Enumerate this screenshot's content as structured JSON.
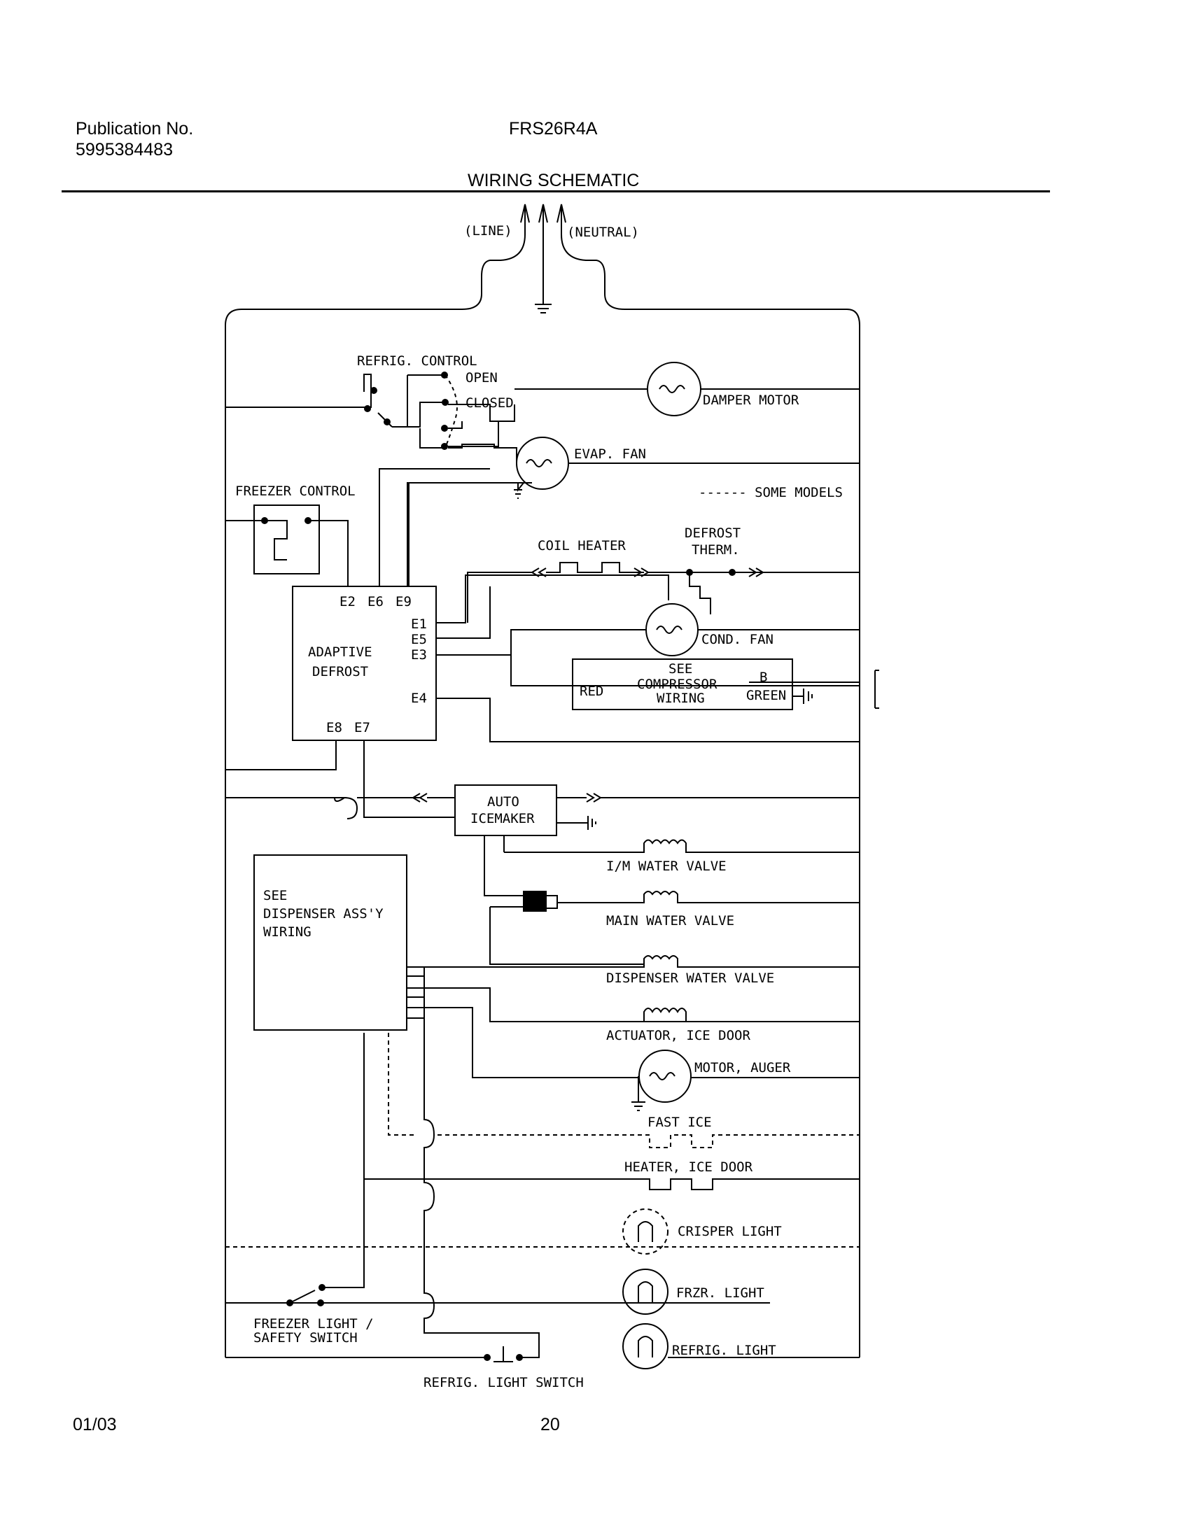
{
  "header": {
    "publication_label": "Publication No.",
    "publication_number": "5995384483",
    "model": "FRS26R4A",
    "title": "WIRING SCHEMATIC"
  },
  "footer": {
    "date": "01/03",
    "page": "20"
  },
  "schematic": {
    "line": "(LINE)",
    "neutral": "(NEUTRAL)",
    "refrig_control": "REFRIG. CONTROL",
    "open": "OPEN",
    "closed": "CLOSED",
    "damper_motor": "DAMPER MOTOR",
    "evap_fan": "EVAP. FAN",
    "freezer_control": "FREEZER CONTROL",
    "some_models": "------ SOME MODELS",
    "coil_heater": "COIL HEATER",
    "defrost": "DEFROST",
    "therm": "THERM.",
    "e2": "E2",
    "e6": "E6",
    "e9": "E9",
    "e1": "E1",
    "e5": "E5",
    "e3": "E3",
    "e4": "E4",
    "e8": "E8",
    "e7": "E7",
    "adaptive": "ADAPTIVE",
    "defrost_ctrl": "DEFROST",
    "cond_fan": "COND. FAN",
    "see": "SEE",
    "compressor": "COMPRESSOR",
    "wiring": "WIRING",
    "red": "RED",
    "b": "B",
    "green": "GREEN",
    "auto": "AUTO",
    "icemaker": "ICEMAKER",
    "im_water_valve": "I/M WATER VALVE",
    "main_water_valve": "MAIN WATER VALVE",
    "dispenser_water_valve": "DISPENSER WATER VALVE",
    "actuator_ice_door": "ACTUATOR, ICE DOOR",
    "motor_auger": "MOTOR, AUGER",
    "fast_ice": "FAST ICE",
    "heater_ice_door": "HEATER, ICE DOOR",
    "crisper_light": "CRISPER LIGHT",
    "frzr_light": "FRZR. LIGHT",
    "refrig_light": "REFRIG. LIGHT",
    "see_disp": "SEE",
    "dispenser_assy": "DISPENSER ASS'Y",
    "wiring_disp": "WIRING",
    "freezer_light_1": "FREEZER LIGHT /",
    "freezer_light_2": "SAFETY SWITCH",
    "refrig_light_switch": "REFRIG. LIGHT SWITCH"
  }
}
